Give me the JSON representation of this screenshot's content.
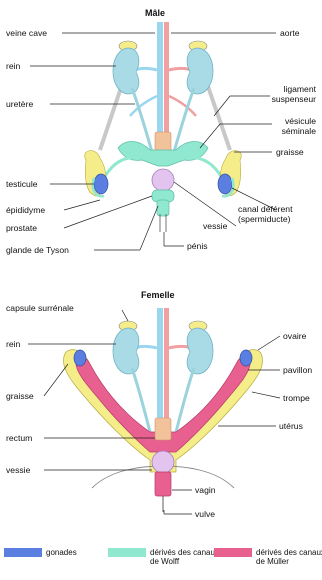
{
  "male": {
    "title": "Mâle",
    "labels": {
      "veine_cave": "veine cave",
      "aorte": "aorte",
      "rein": "rein",
      "ligament": "ligament\nsuspenseur",
      "uretere": "uretère",
      "vesicule": "vésicule\nséminale",
      "graisse": "graisse",
      "testicule": "testicule",
      "epididyme": "épididyme",
      "canal": "canal déférent\n(spermiducte)",
      "prostate": "prostate",
      "vessie": "vessie",
      "tyson": "glande de Tyson",
      "penis": "pénis"
    }
  },
  "female": {
    "title": "Femelle",
    "labels": {
      "capsule": "capsule surrénale",
      "rein": "rein",
      "ovaire": "ovaire",
      "pavillon": "pavillon",
      "graisse": "graisse",
      "trompe": "trompe",
      "rectum": "rectum",
      "uterus": "utérus",
      "vessie": "vessie",
      "vagin": "vagin",
      "vulve": "vulve"
    }
  },
  "legend": [
    {
      "color": "#5b7fe0",
      "text": "gonades"
    },
    {
      "color": "#8fe8cf",
      "text": "dérivés des canaux\nde Wolff"
    },
    {
      "color": "#e8608f",
      "text": "dérivés des canaux\nde Müller"
    }
  ],
  "colors": {
    "kidney": "#a9dbe6",
    "wolff": "#8fe8cf",
    "muller": "#e8608f",
    "fat": "#f5ec8a",
    "gonad": "#5b7fe0",
    "bladder": "#e2c4ee",
    "rectum": "#f2c29a",
    "vein": "#9ad6ee",
    "artery": "#f0a0a0"
  }
}
